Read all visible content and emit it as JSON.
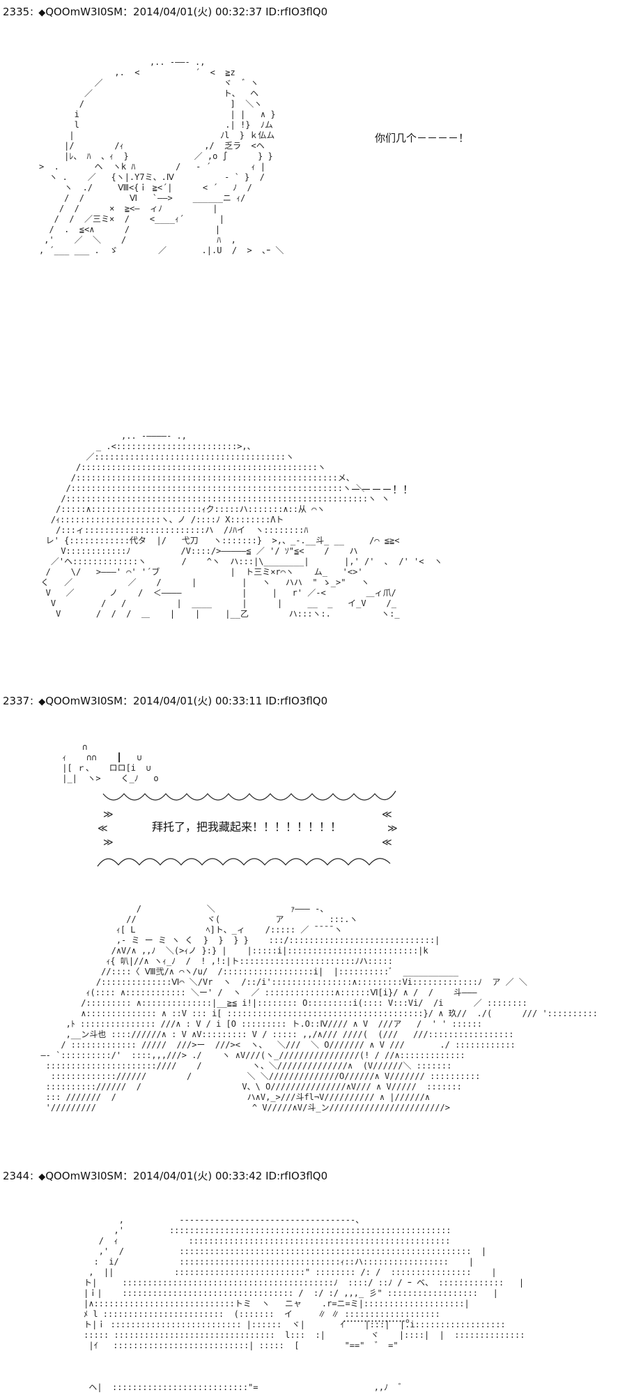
{
  "posts": [
    {
      "number": "2335",
      "separator": "：◆",
      "trip": "QOOmW3I0SM",
      "datetime": "：2014/04/01(火) 00:32:37",
      "id": "ID:rfIO3flQ0"
    },
    {
      "number": "2337",
      "separator": "：◆",
      "trip": "QOOmW3I0SM",
      "datetime": "：2014/04/01(火) 00:33:11",
      "id": "ID:rfIO3flQ0"
    },
    {
      "number": "2344",
      "separator": "：◆",
      "trip": "QOOmW3I0SM",
      "datetime": "：2014/04/01(火) 00:33:42",
      "id": "ID:rfIO3flQ0"
    }
  ],
  "dialogue": {
    "line1": "你们几个－－－－！",
    "line2": "－－－－！！",
    "line3": "拜托了，把我藏起来！！！！！！！！",
    "line4": "………………。"
  },
  "ascii_art": {
    "art1": "                      ,.. -――- ., \n               ,.  <           ´  <  ≧z\n           ／                        ヾ  ゛ヽ\n         ／                          ト、  ヘ\n        /                             ]  ＼ヽ\n       i                              | |   ∧ }\n       l                             .| !}  ﾉム\n      |                             ﾉl  } ｋ仏ム\n     |/        /ｨ                ,/  乏ラ  <ヘ\n     |ﾚ、 ﾊ  、ｨ  }             ／ ,o ∫      } }\n>  .       ヘ  ヽk ﾊ        /   ‐ ´        ｨ |\n  ヽ .    ／   {ヽ|.Y7ミ、.Ⅳ          ‐ ` }  /\n     ヽ  ./     Ⅷ<{ｉ ≧<´|      < ´   ﾉ  /\n     /  /         Ⅵ   `――>    ______ニ ｨ/\n    /  /      ×  ≧<―  ィﾉ          |\n   /  /  ／三ミ×  /    <____ｨ´       |\n  /  .  ≦<∧      /                 |\n ,'    ／  ＼    /                  ﾊ  ,\n, ´___ ___ .  ゞ        ／       .|.U  /  >  ､ｰ ＼",
    "art2": "                  ,.. -――――- .,\n             _ .<::::::::::::::::::::::::>,、\n           ／::::::::::::::::::::::::::::::::::::::ヽ\n         /:::::::::::::::::::::::::::::::::::::::::::::::ヽ\n        /::::::::::::::::::::::::::::::::::::::::::::::::::::メ、\n       /::::::::::::::::::::::::::::::::::::::::::::::::::::::ヽ ＼\n      /::::::::::::::::::::::::::::::::::::::::::::::::::::::::::::ヽ ヽ\n     /:::::∧::::::::::::::::::::::ｨク:::::ハ:::::::∧::从 ⌒ヽ\n    /ｨ::::::::::::::::::::ヽ、ノ /::::ﾉ X::::::::Λト\n     /:::ィ::::::::::::::::::::::::ハ  /ﾉﾊイ  ヽ::::::::ﾊ\n   レ' {::::::::::::代タ  |/   弋刀   ヽ:::::::}  >,、_-.__斗_ __     /⌒ ≦≧<\n      V::::::::::::ﾉ          /V::::/>―――――≦ ／ '/ ｿ\"≦<    /    ハ\n    ／'ヘ:::::::::::::ヽ       /    ^ヽ  ハ:::|\\________|       |,' /'  ､  /' '<  ヽ\n   /    \\/   >―――' ⌒' '´ブ              |  ト三ミ×r⌒ヽ    ム_   '<>'\n  く   ／           ／    /      |         |   ヽ   ハハ  \" ゝ_>\"   ヽ\n   V   ／       ノ    /  ＜――――            |     |   r' ／-<        ＿ィ爪/\n    V         /   /          |  ____      |      |     __  _   イ_V    /_\n     V       /  /  /  ＿    |    |     |__乙        ハ:::ヽ:.          ヽ:_",
    "art3": "     ∩\n ｨ    ∩∩    ┃   ∪\n |[ ｒ、   ロロ[i  ∪\n |_|  ヽ>    く_ﾉ   o",
    "art4": "                     /             ＼               ｧ――― -、\n                   //              ヾ(           ア         :::.ヽ\n                 ｨ[ L              ﾍ]ト、_ィ    /::::: ／ ̄ ̄ ̄ ̄ ヽ\n                 ,- ミ ー ミ ヽ く  }  }  } }    :::/:::::::::::::::::::::::::::::|\n                /∧V/∧ ,,ﾉ  ＼(>ｨノ }:} |    |:::::i|::::::::::::::::::::::::::|k\n               ｨ{ 叭|//∧ ヽｨ_ﾉ  /  ! ,!:|ト:::::::::::::::::::::::ﾉハ:::::\n              //::::〈 Ⅷ弐/∧ ⌒ヽ/u/  /::::::::::::::::::i|  |::::::::::ﾞ  ___________\n             /::::::::::::::Ⅵ⌒ ＼/Vr  ヽ  /::/i'::::::::::::::::∧:::::::::Vi:::::::::::::ﾉ  ア ／ ＼\n           ｨ(:::: ∧:::::::::::: ＼ー' /  ヽ  ／ ::::::::::::::∧::::::Ⅵ[i}/ ∧ /  /    斗―――\n          /::::::::: ∧::::::::::::::|__≧≦ i!|:::::::: O:::::::::i(:::: V:::Vi/  /i      ／ ::::::::\n          ∧:::::::::::::: ∧ ::V ::: i[ :::::::::::::::::::::::::::::::::::::::}/ ∧ 玖//  ./(      /// '::::::::::\n       ,ﾄ ::::::::::::::: ///∧ : V / i [O ::::::::: ト.O::Ⅳ//// ∧ V  ///ア   /  ' ' ::::::\n       ,__ン斗也 :::://////∧ : V ∧V::::::::: V / ::::: ,,/∧/// ////(  (///   ///:::::::::::::::::\n      / ::::::::::::: /////  ///>ー  ///><  ヽ、  ＼///  ＼ O/////// ∧ V ///       ./ ::::::::::::\n  ―- `::::::::::/'  ::::,,,///> ./    ヽ ∧V///(ヽ_////////////////(! / //∧:::::::::::::\n   ::::::::::::::::::::::////    /          ヽ、＼//////////////∧  (V//////＼ :::::::\n    ::::::::::::://////        /           ＼ ＼//////////////O//////∧ V/////// ::::::::::\n   :::::::::://////  /                    V、\\ O///////////////∧V/// ∧ V/////  :::::::\n   ::: ///////  /                          ハ∧V,_>///斗fl¬V////////// ∧ |//////∧\n   '/////////                               ^ V/////∧V/斗_ン///////////////////////>",
    "art5": "            ,           -----------------------------------、\n           ,'         ::::::::::::::::::::::::::::::::::::::::::::::::::::::::\n        /  ｨ              ::::::::::::::::::::::::::::::::::::::::::::::::::::\n        ,'  /           ::::::::::::::::::::::::::::::::::::::::::::::::::::::::::  |\n       :  i/            ::::::::::::::::::::::::::::::::ｨ::ハ:::::::::::::::::    |\n      ,  ||            ::::::::::::::::::::::::::\" :::::::: /: /  ::::::::::::::::    |\n     ト|     ::::::::::::::::::::::::::::::::::::::::::ﾉ  ::::/ ::ﾉ / ｰ ベ、 :::::::::::::   |\n     |ｉ|    :::::::::::::::::::::::::::::::::: /  :/ :/ ,,,_ 彡\" ::::::::::::::::::   |\n     |∧::::::::::::::::::::::::::::トミ  ヽ   ニャ    .r=ニ=ミ|::::::::::::::::::::|\n     ﾒ l ::::::::::::::::::::::::  (:::::::  イ     ∥ ∥ :::::::::::::::::::\n     ト|ｉ :::::::::::::::::::::::::: |::::::  ヾ|       ｲ    |:::|  |.i::::::::::::::::::\n     ::::: ::::::::::::::::::::::::::::::::  l:::  :|         ヾ    |::::|  |  ::::::::::::::\n      |ｲ   :::::::::::::::::::::::::::| :::::  [         \"==\"  ゛ =\"",
    "art6": "      ヘ|  :::::::::::::::::::::::::::\"=                       ,,ﾉ  ゛"
  }
}
